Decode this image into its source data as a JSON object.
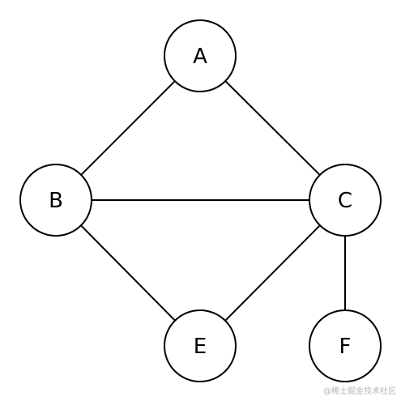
{
  "diagram": {
    "type": "undirected-graph",
    "nodes": [
      {
        "id": "A",
        "label": "A"
      },
      {
        "id": "B",
        "label": "B"
      },
      {
        "id": "C",
        "label": "C"
      },
      {
        "id": "E",
        "label": "E"
      },
      {
        "id": "F",
        "label": "F"
      }
    ],
    "edges": [
      {
        "from": "A",
        "to": "B"
      },
      {
        "from": "A",
        "to": "C"
      },
      {
        "from": "B",
        "to": "C"
      },
      {
        "from": "B",
        "to": "E"
      },
      {
        "from": "C",
        "to": "E"
      },
      {
        "from": "C",
        "to": "F"
      }
    ],
    "colors": {
      "stroke": "#000000",
      "fill": "#ffffff",
      "text": "#000000",
      "watermark": "#b5b5b5"
    }
  },
  "watermark": {
    "text": "@稀土掘金技术社区"
  }
}
